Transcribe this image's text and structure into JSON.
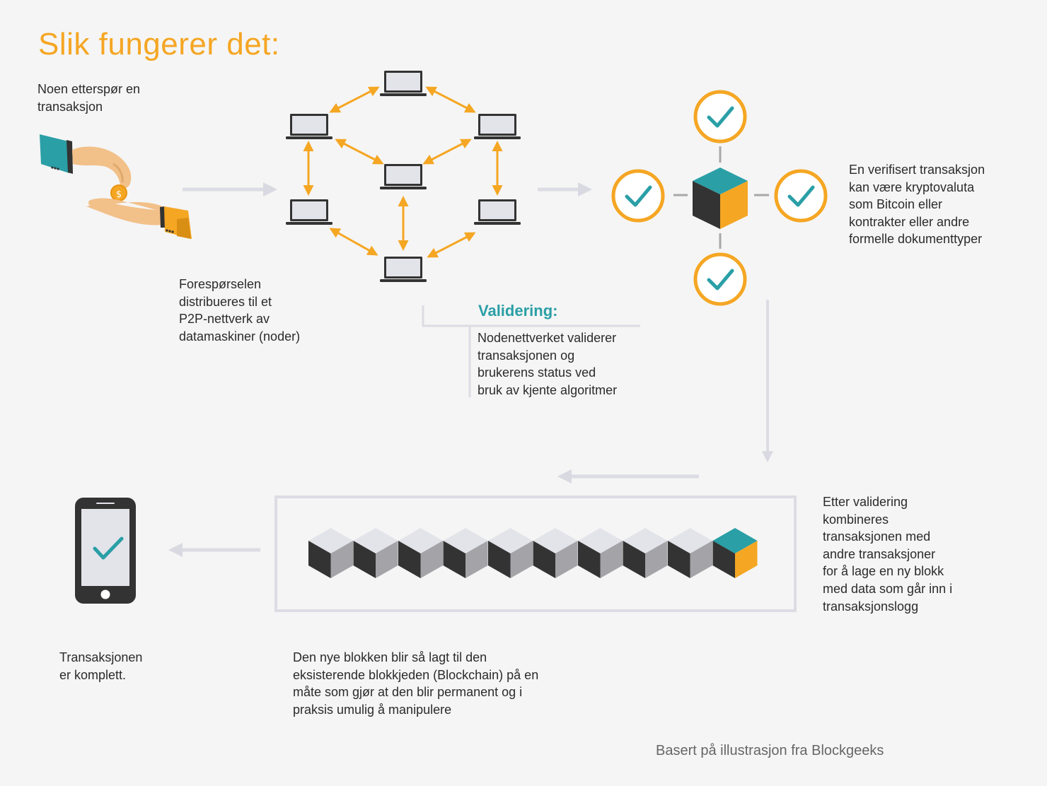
{
  "title": "Slik fungerer det:",
  "steps": {
    "request": "Noen etterspør en\ntransaksjon",
    "distribute": "Forespørselen\ndistribueres til et\nP2P-nettverk av\ndatamaskiner (noder)",
    "validation_heading": "Validering:",
    "validation_text": "Nodenettverket validerer\ntransaksjonen og\nbrukerens status ved\nbruk av kjente algoritmer",
    "verified": "En verifisert transaksjon\nkan være kryptovaluta\nsom Bitcoin eller\nkontrakter eller andre\nformelle dokumenttyper",
    "combine": "Etter validering\nkombineres\ntransaksjonen med\nandre transaksjoner\nfor å lage en ny blokk\nmed data som går inn i\ntransaksjonslogg",
    "chain": "Den nye blokken blir så lagt til den\neksisterende blokkjeden (Blockchain) på en\nmåte som gjør at den blir permanent og i\npraksis umulig å manipulere",
    "complete": "Transaksjonen\ner komplett."
  },
  "credit": "Basert på illustrasjon fra Blockgeeks",
  "colors": {
    "orange": "#f5a623",
    "teal": "#2a9fa6",
    "dark": "#333333",
    "gray_line": "#dcdce4",
    "background": "#f5f5f5"
  },
  "icons": [
    "hands-coin-icon",
    "laptop-node-icon",
    "check-circle-icon",
    "cube-icon",
    "smartphone-check-icon"
  ],
  "blockchain": {
    "block_count": 10,
    "new_block_index": 9
  }
}
